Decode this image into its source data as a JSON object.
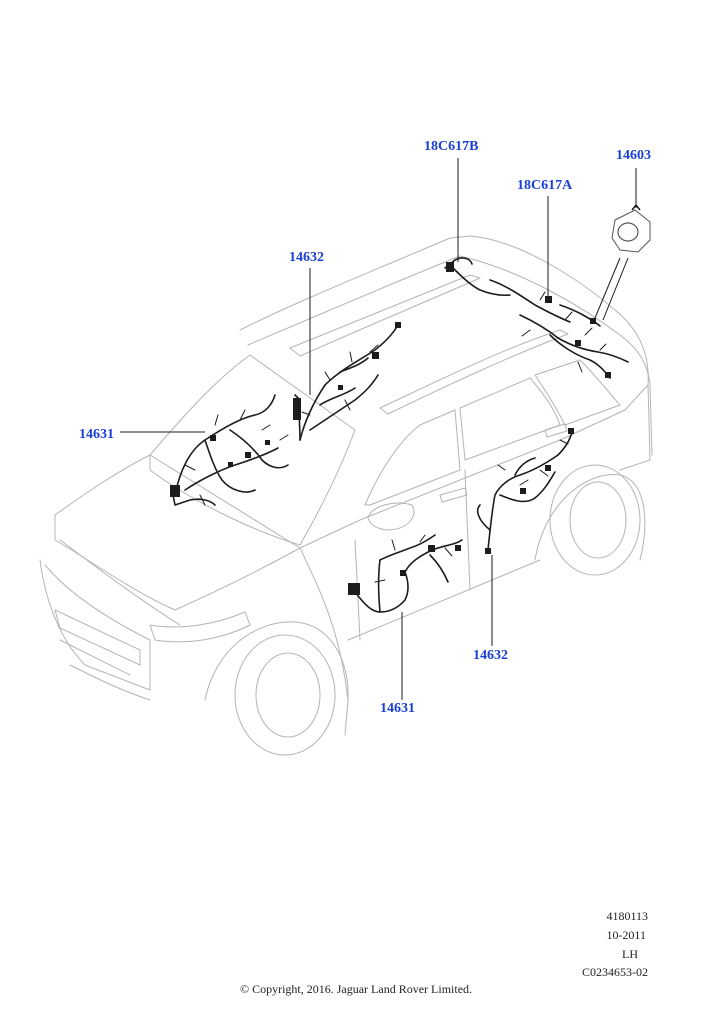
{
  "callouts": {
    "c18c617b": "18C617B",
    "c14603": "14603",
    "c18c617a": "18C617A",
    "c14632_roof": "14632",
    "c14631_roof": "14631",
    "c14632_side": "14632",
    "c14631_side": "14631"
  },
  "meta": {
    "ref1": "4180113",
    "ref2": "10-2011",
    "ref3": "LH",
    "ref4": "C0234653-02"
  },
  "copyright": "© Copyright, 2016. Jaguar Land Rover Limited.",
  "colors": {
    "callout": "#1a3fd6",
    "car_outline": "#b4b4b4",
    "harness": "#1c1c1c"
  }
}
